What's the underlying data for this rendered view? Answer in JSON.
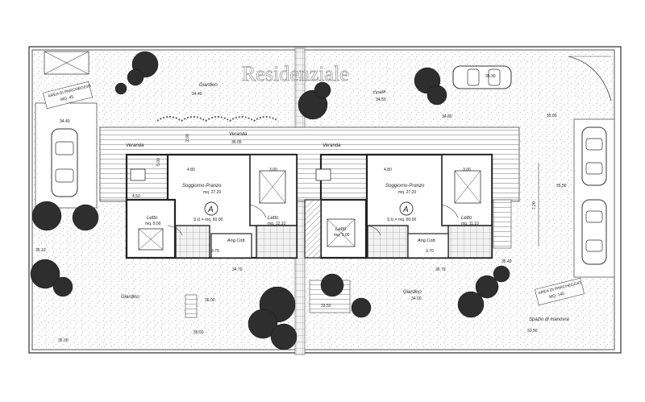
{
  "watermark": "Residenziale",
  "labels": {
    "parking_left": "AREA DI PARCHEGGIO",
    "parking_left_mq": "MQ. 45",
    "giardino_top": "Giardino",
    "tinaia": "Tinaia",
    "veranda_left": "Veranda",
    "veranda_mid_left": "Veranda",
    "veranda_mid_right": "Veranda",
    "soggiorno_left": "Soggiorno-Pranzo",
    "soggiorno_left_mq": "mq. 27,20",
    "soggiorno_right": "Soggiorno-Pranzo",
    "soggiorno_right_mq": "mq. 27,20",
    "unit_a": "A",
    "su_left": "S.U.= mq. 60,00",
    "su_right": "S.U.= mq. 60,00",
    "letto_left": "Letto",
    "letto_left_mq": "mq. 12,10",
    "letto_right": "Letto",
    "letto_right_mq": "mq. 11,10",
    "letto_small_left": "Letto",
    "letto_small_left_mq": "mq. 9,00",
    "letto_small_right": "Letto",
    "letto_small_right_mq": "mq. 9,00",
    "ang_cott_left": "Ang.Cott.",
    "ang_cott_right": "Ang.Cott.",
    "giardino_bottom": "Giardino",
    "giardino_bottom_right": "Giardino",
    "parking_right": "AREA DI PARCHEGGIO",
    "parking_right_mq": "MQ. 140",
    "spazio": "Spazio di manovra"
  },
  "dimensions": {
    "d1": "4.80",
    "d2": "3.00",
    "d3": "4.80",
    "d4": "3.00",
    "d5": "4.50",
    "d6": "3.70",
    "d7": "3.70",
    "d8": "7.20",
    "d9": "5.00",
    "d10": "2.00"
  },
  "elevations": {
    "e1": "34.40",
    "e2": "34.40",
    "e3": "34.50",
    "e4": "35.30",
    "e5": "35.50",
    "e6": "35.60",
    "e7": "36.05",
    "e8": "36.00",
    "e9": "35.50",
    "e10": "33.50",
    "e11": "33.50",
    "e12": "34.00",
    "e13": "34.70",
    "e14": "36.70",
    "e15": "35.10",
    "e16": "35.40",
    "e17": "34.80",
    "e18": "35.00"
  }
}
